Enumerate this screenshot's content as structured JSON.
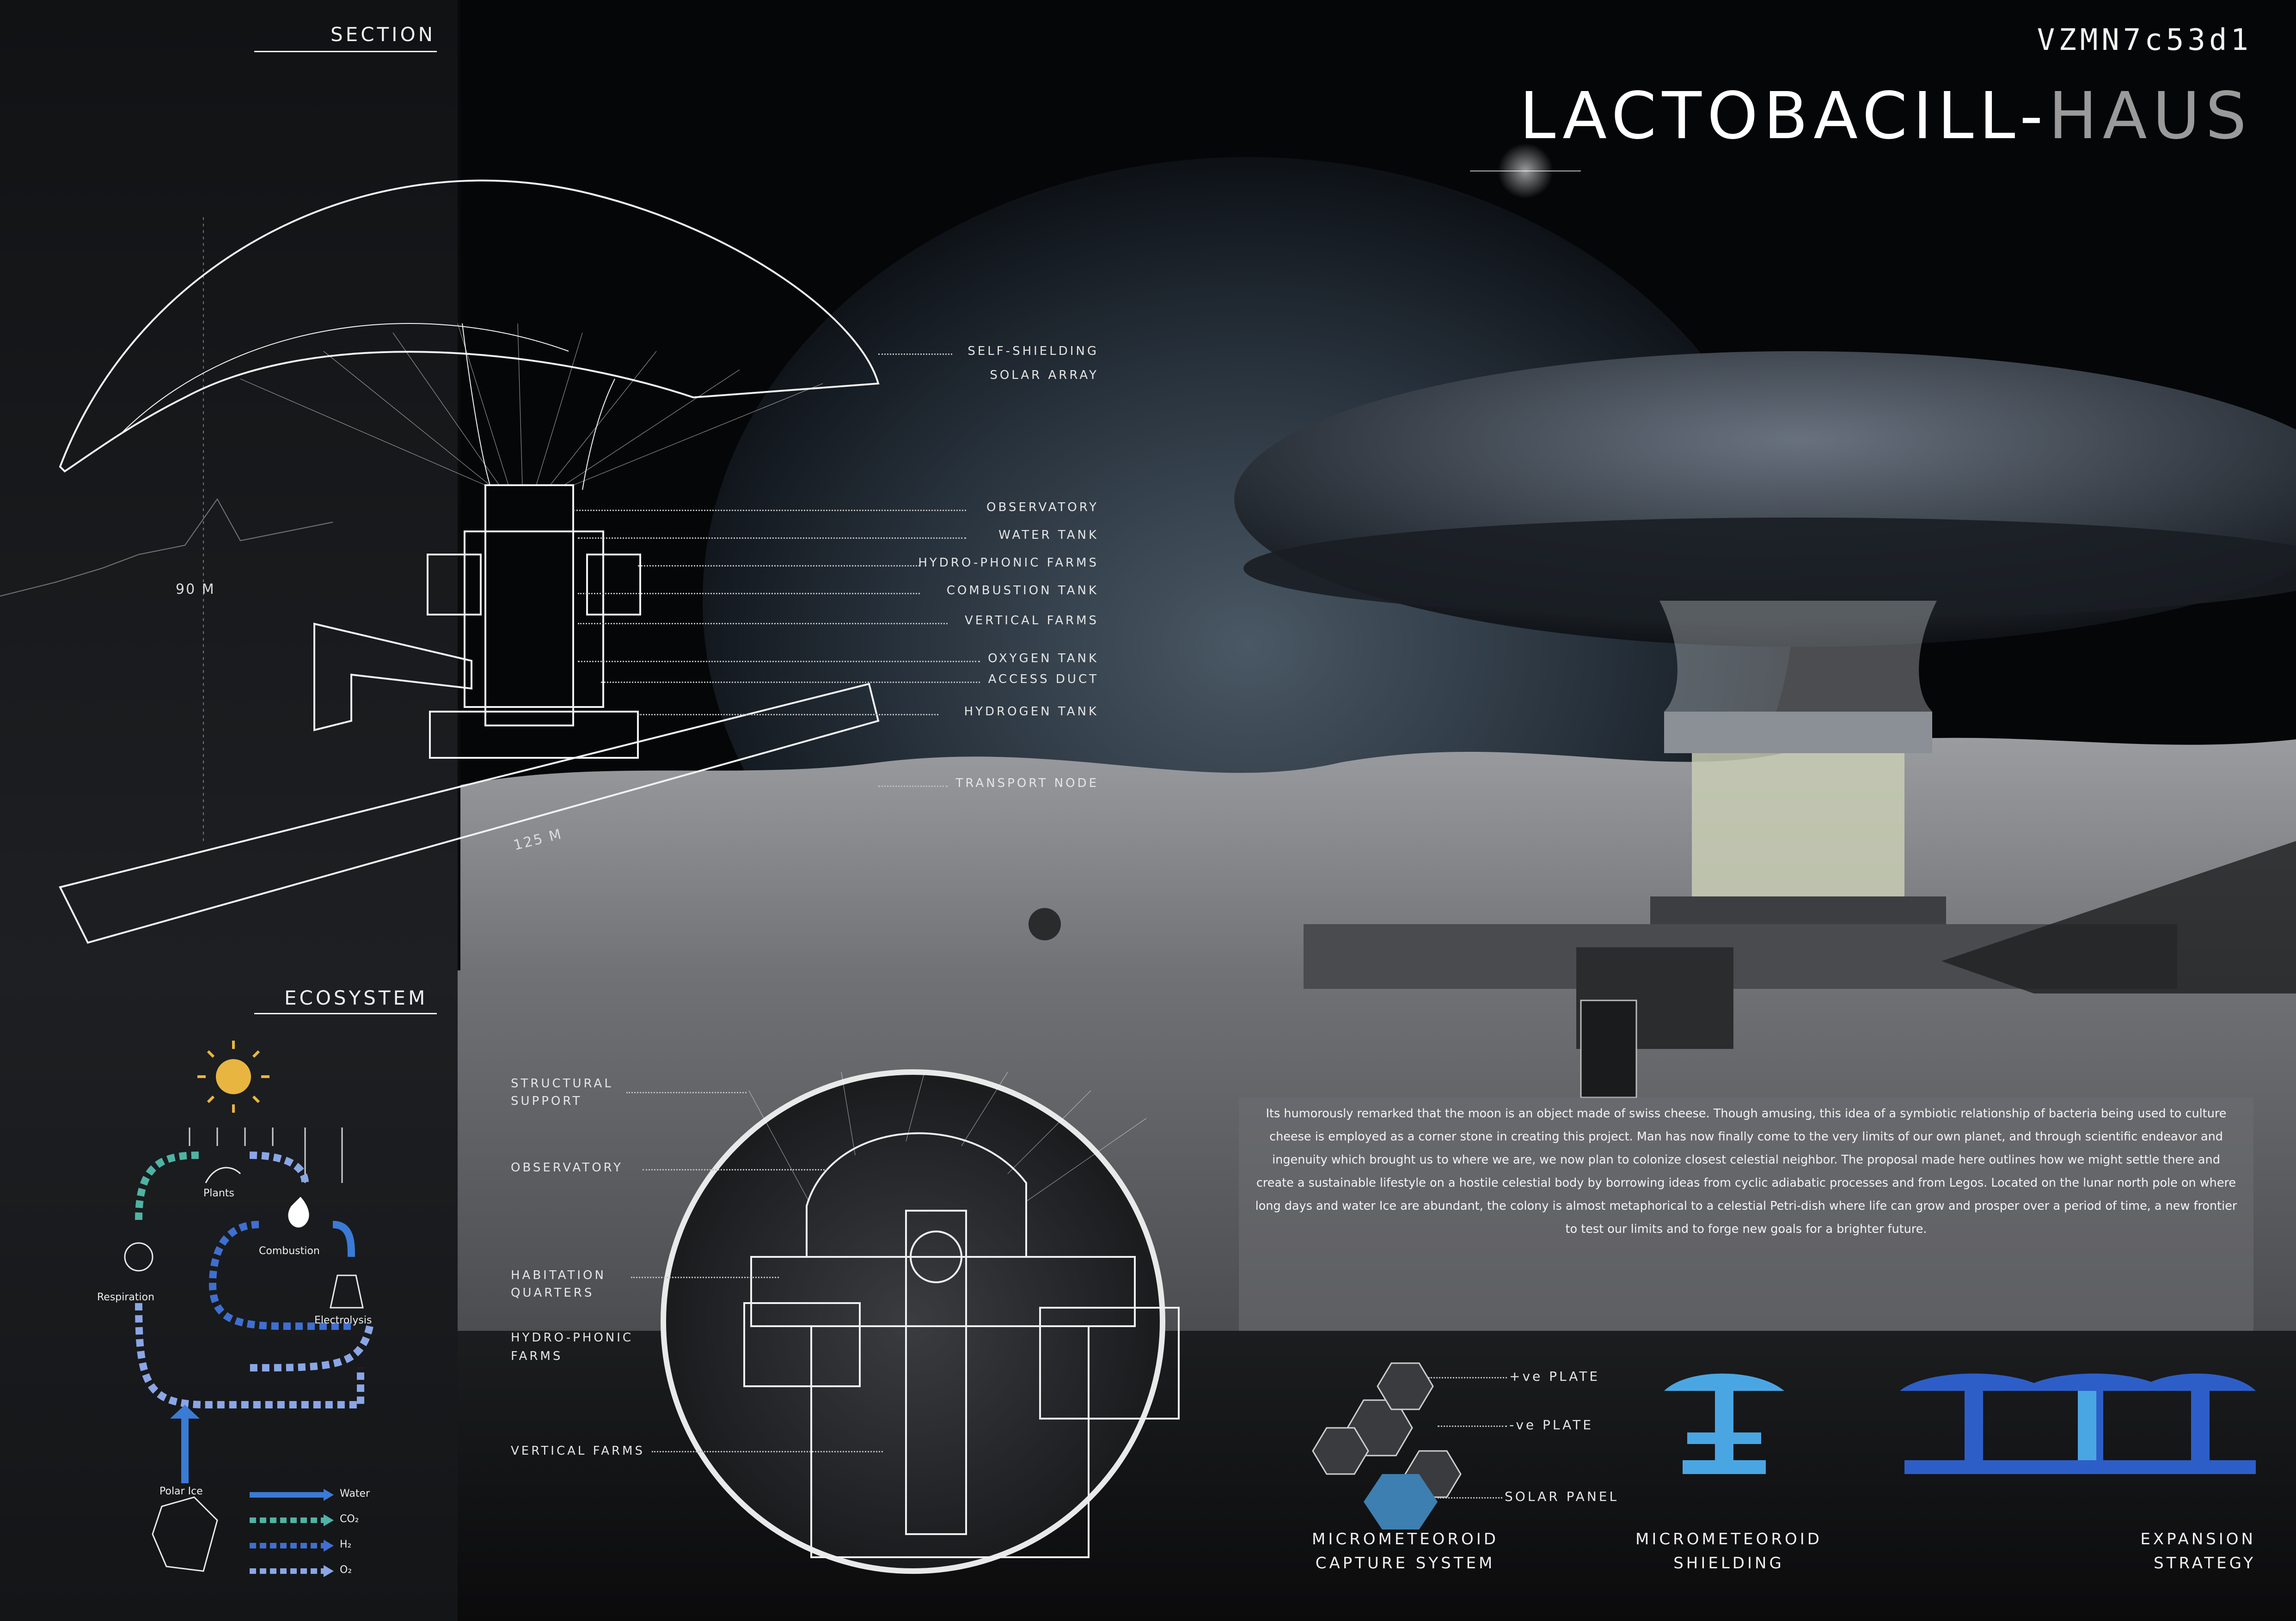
{
  "header": {
    "code": "VZMN7c53d1",
    "title_main": "LACTOBACILL",
    "title_dash": "-",
    "title_accent": "HAUS"
  },
  "sections": {
    "section": "SECTION",
    "ecosystem": "ECOSYSTEM"
  },
  "section_labels": [
    "SELF-SHIELDING",
    "SOLAR ARRAY",
    "OBSERVATORY",
    "WATER TANK",
    "HYDRO-PHONIC FARMS",
    "COMBUSTION TANK",
    "VERTICAL FARMS",
    "OXYGEN TANK",
    "ACCESS DUCT",
    "HYDROGEN TANK",
    "TRANSPORT NODE"
  ],
  "dimensions": {
    "height": "90 M",
    "width": "125 M"
  },
  "detail_labels": {
    "structural_1": "STRUCTURAL",
    "structural_2": "SUPPORT",
    "observatory": "OBSERVATORY",
    "habitation_1": "HABITATION",
    "habitation_2": "QUARTERS",
    "hydro_1": "HYDRO-PHONIC",
    "hydro_2": "FARMS",
    "vertical": "VERTICAL FARMS"
  },
  "ecosystem": {
    "plants": "Plants",
    "combustion": "Combustion",
    "respiration": "Respiration",
    "electrolysis": "Electrolysis",
    "polar_ice": "Polar Ice",
    "legend": [
      {
        "label": "Water",
        "color": "#3a7bd5"
      },
      {
        "label": "CO₂",
        "color": "#4fb3a3"
      },
      {
        "label": "H₂",
        "color": "#3f6fd0"
      },
      {
        "label": "O₂",
        "color": "#8aa6e6"
      }
    ]
  },
  "description": "Its humorously remarked that the moon is an object made of swiss cheese. Though amusing, this idea of a symbiotic relationship of bacteria being used to culture cheese is employed as a corner stone in creating this project. Man has now finally come to the very limits of our own planet, and through scientific endeavor and ingenuity which brought us to where we are, we now plan to colonize closest celestial neighbor. The proposal made here outlines how we might settle there and create a sustainable lifestyle on a hostile celestial body by borrowing ideas from cyclic adiabatic processes and from Legos. Located on the lunar north pole on where long days and water Ice are abundant, the colony is almost metaphorical to a celestial Petri-dish where life can grow and prosper over a period of time, a new frontier to test our limits and to forge new goals for a brighter future.",
  "diagrams": {
    "capture": {
      "pos_plate": "+ve PLATE",
      "neg_plate": "-ve PLATE",
      "solar_panel": "SOLAR PANEL",
      "caption_1": "MICROMETEOROID",
      "caption_2": "CAPTURE SYSTEM"
    },
    "shielding": {
      "caption_1": "MICROMETEOROID",
      "caption_2": "SHIELDING"
    },
    "expansion": {
      "caption_1": "EXPANSION",
      "caption_2": "STRATEGY"
    }
  },
  "colors": {
    "background": "#050608",
    "accent_blue": "#3a8fd8",
    "panel_grey": "#6e6e73"
  }
}
